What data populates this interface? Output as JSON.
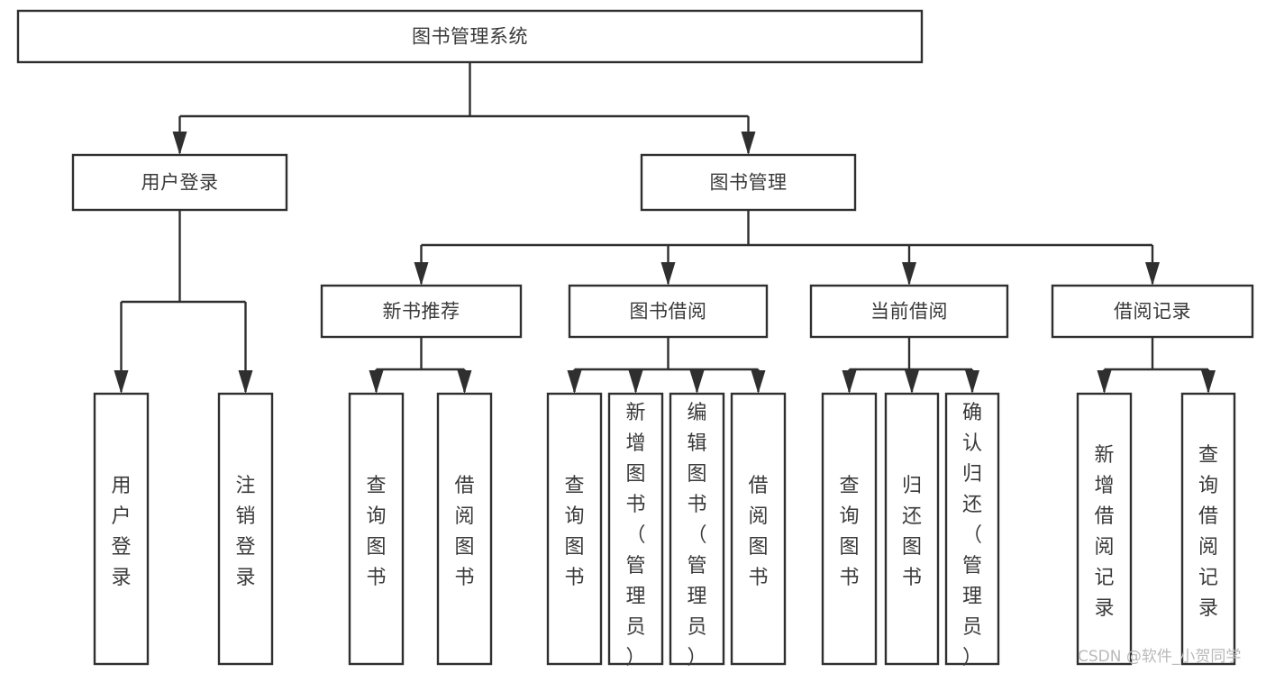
{
  "diagram": {
    "title": "图书管理系统",
    "type": "hierarchy-tree",
    "watermark": "CSDN @软件_小贺同学",
    "colors": {
      "stroke": "#2f2f2f",
      "box_fill": "#ffffff",
      "text": "#3a3a3a",
      "background": "#ffffff",
      "watermark": "#b9b9b9"
    },
    "root": {
      "label": "图书管理系统",
      "orientation": "horizontal"
    },
    "level1": [
      {
        "label": "用户登录",
        "orientation": "horizontal"
      },
      {
        "label": "图书管理",
        "orientation": "horizontal"
      }
    ],
    "level2": [
      {
        "label": "新书推荐",
        "orientation": "horizontal",
        "parent": "图书管理"
      },
      {
        "label": "图书借阅",
        "orientation": "horizontal",
        "parent": "图书管理"
      },
      {
        "label": "当前借阅",
        "orientation": "horizontal",
        "parent": "图书管理"
      },
      {
        "label": "借阅记录",
        "orientation": "horizontal",
        "parent": "图书管理"
      }
    ],
    "leaves": [
      {
        "label": "用户登录",
        "orientation": "vertical",
        "parent": "用户登录"
      },
      {
        "label": "注销登录",
        "orientation": "vertical",
        "parent": "用户登录"
      },
      {
        "label": "查询图书",
        "orientation": "vertical",
        "parent": "新书推荐"
      },
      {
        "label": "借阅图书",
        "orientation": "vertical",
        "parent": "新书推荐"
      },
      {
        "label": "查询图书",
        "orientation": "vertical",
        "parent": "图书借阅"
      },
      {
        "label": "新增图书（管理员）",
        "orientation": "vertical",
        "parent": "图书借阅"
      },
      {
        "label": "编辑图书（管理员）",
        "orientation": "vertical",
        "parent": "图书借阅"
      },
      {
        "label": "借阅图书",
        "orientation": "vertical",
        "parent": "图书借阅"
      },
      {
        "label": "查询图书",
        "orientation": "vertical",
        "parent": "当前借阅"
      },
      {
        "label": "归还图书",
        "orientation": "vertical",
        "parent": "当前借阅"
      },
      {
        "label": "确认归还（管理员）",
        "orientation": "vertical",
        "parent": "当前借阅"
      },
      {
        "label": "新增借阅记录",
        "orientation": "vertical",
        "parent": "借阅记录"
      },
      {
        "label": "查询借阅记录",
        "orientation": "vertical",
        "parent": "借阅记录"
      }
    ]
  }
}
